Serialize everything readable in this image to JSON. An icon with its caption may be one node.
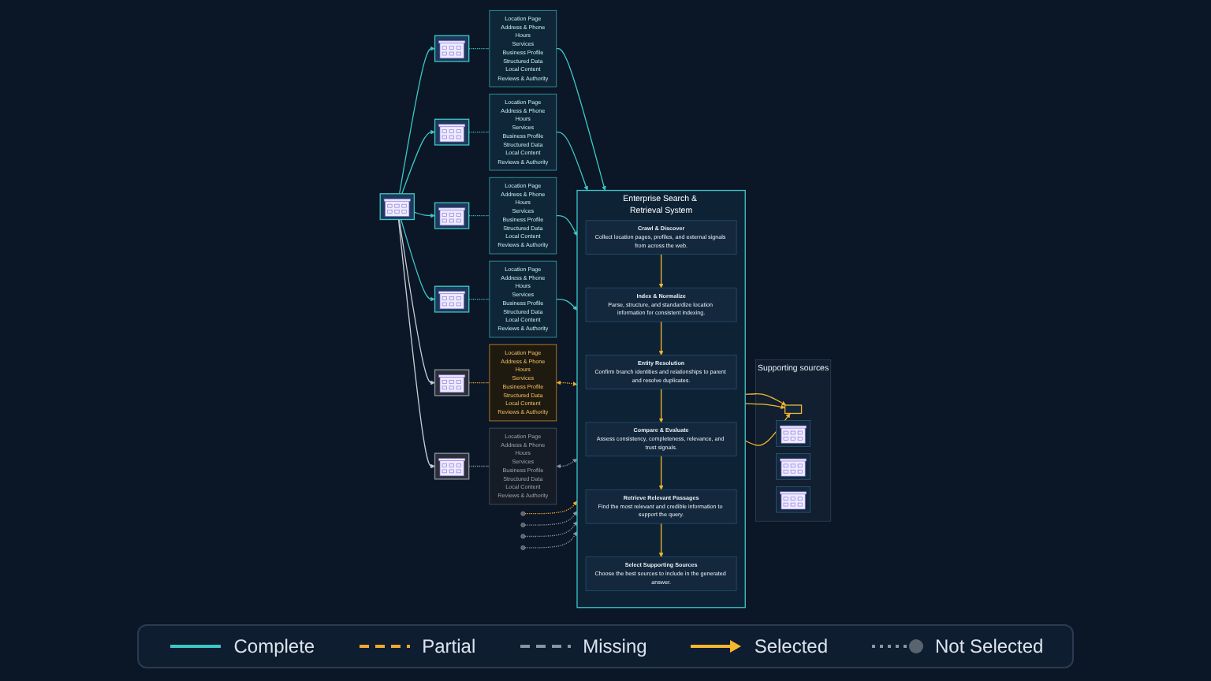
{
  "diagram": {
    "nodes": [
      {
        "text": [],
        "shape": "picture"
      },
      {
        "text": [],
        "shape": "picture"
      },
      {
        "text": [],
        "shape": "picture"
      },
      {
        "text": [],
        "shape": "picture"
      },
      {
        "text": [],
        "shape": "picture"
      },
      {
        "text": [],
        "shape": "picture"
      },
      {
        "text": [],
        "shape": "picture"
      },
      {
        "text": [
          "Location Page",
          "Address & Phone",
          "Hours",
          "Services",
          "Business Profile",
          "Structured Data",
          "Local Content",
          "Reviews & Authority"
        ]
      },
      {
        "text": [
          "Location Page",
          "Address & Phone",
          "Hours",
          "Services",
          "Business Profile",
          "Structured Data",
          "Local Content",
          "Reviews & Authority"
        ]
      },
      {
        "text": [
          "Location Page",
          "Address & Phone",
          "Hours",
          "Services",
          "Business Profile",
          "Structured Data",
          "Local Content",
          "Reviews & Authority"
        ]
      },
      {
        "text": [
          "Location Page",
          "Address & Phone",
          "Hours",
          "Services",
          "Business Profile",
          "Structured Data",
          "Local Content",
          "Reviews & Authority"
        ]
      },
      {
        "text": [
          "Location Page",
          "Address & Phone",
          "Hours",
          "Services",
          "Business Profile",
          "Structured Data",
          "Local Content",
          "Reviews & Authority"
        ]
      },
      {
        "text": [
          "Location Page",
          "Address & Phone",
          "Hours",
          "Services",
          "Business Profile",
          "Structured Data",
          "Local Content",
          "Reviews & Authority"
        ]
      },
      {
        "text": [
          "Enterprise Search & Retrieval System"
        ]
      },
      {
        "text": [
          "Crawl & Discover",
          "Collect location pages, profiles, and external signals from across the web."
        ],
        "in": 13
      },
      {
        "text": [
          "Index & Normalize",
          "Parse, structure, and standardize location information for consistent indexing."
        ],
        "in": 13
      },
      {
        "text": [
          "Entity Resolution",
          "Confirm branch identities and relationships to parent and resolve duplicates."
        ],
        "in": 13
      },
      {
        "text": [
          "Compare & Evaluate",
          "Assess consistency, completeness, relevance, and trust signals."
        ],
        "in": 13
      },
      {
        "text": [
          "Retrieve Relevant Passages",
          "Find the most relevant and credible information to support the query."
        ],
        "in": 13
      },
      {
        "text": [
          "Select Supporting Sources",
          "Choose the best sources to include in the generated answer."
        ],
        "in": 13
      },
      {
        "text": [
          "Supporting sources"
        ]
      },
      {
        "text": [],
        "shape": "box",
        "in": 20
      },
      {
        "text": [],
        "shape": "picture",
        "in": 20
      },
      {
        "text": [],
        "shape": "picture",
        "in": 20
      },
      {
        "text": [],
        "shape": "picture",
        "in": 20
      },
      {
        "text": [],
        "shape": "circle"
      },
      {
        "text": [],
        "shape": "circle"
      },
      {
        "text": [],
        "shape": "circle"
      },
      {
        "text": [],
        "shape": "circle"
      }
    ],
    "edges": [
      {
        "from": 0,
        "to": 1,
        "arrow": "to"
      },
      {
        "from": 0,
        "to": 2,
        "arrow": "to"
      },
      {
        "from": 0,
        "to": 3,
        "arrow": "to"
      },
      {
        "from": 0,
        "to": 4,
        "arrow": "to"
      },
      {
        "from": 0,
        "to": 5,
        "arrow": "to",
        "color": "#c8ced6"
      },
      {
        "from": 0,
        "to": 6,
        "arrow": "to",
        "color": "#c8ced6"
      },
      {
        "from": 1,
        "to": 7,
        "arrow": "none",
        "style": "dashed"
      },
      {
        "from": 2,
        "to": 8,
        "arrow": "none",
        "style": "dashed"
      },
      {
        "from": 3,
        "to": 9,
        "arrow": "none",
        "style": "dashed"
      },
      {
        "from": 4,
        "to": 10,
        "arrow": "none",
        "style": "dashed"
      },
      {
        "from": 5,
        "to": 11,
        "arrow": "none",
        "style": "dashed",
        "color": "#f0a830"
      },
      {
        "from": 6,
        "to": 12,
        "arrow": "none",
        "style": "dashed",
        "color": "#8a94a0"
      },
      {
        "from": 7,
        "to": 13,
        "arrow": "to"
      },
      {
        "from": 8,
        "to": 13,
        "arrow": "to"
      },
      {
        "from": 9,
        "to": 13,
        "arrow": "to"
      },
      {
        "from": 10,
        "to": 13,
        "arrow": "to"
      },
      {
        "from": 11,
        "to": 13,
        "arrow": "both",
        "style": "dashed",
        "color": "#f0a830"
      },
      {
        "from": 12,
        "to": 13,
        "arrow": "both",
        "style": "dashed",
        "color": "#8a94a0"
      },
      {
        "from": 14,
        "to": 15,
        "arrow": "to",
        "color": "#f5b72e"
      },
      {
        "from": 15,
        "to": 16,
        "arrow": "to",
        "color": "#f5b72e"
      },
      {
        "from": 16,
        "to": 17,
        "arrow": "to",
        "color": "#f5b72e"
      },
      {
        "from": 17,
        "to": 18,
        "arrow": "to",
        "color": "#f5b72e"
      },
      {
        "from": 18,
        "to": 19,
        "arrow": "to",
        "color": "#f5b72e"
      },
      {
        "from": 13,
        "to": 21,
        "arrow": "to",
        "color": "#f5b72e"
      },
      {
        "from": 13,
        "to": 21,
        "arrow": "to",
        "color": "#f5b72e"
      },
      {
        "from": 13,
        "to": 21,
        "arrow": "to",
        "color": "#f5b72e"
      },
      {
        "from": 25,
        "to": 13,
        "arrow": "to",
        "style": "dashed",
        "color": "#f0a830"
      },
      {
        "from": 26,
        "to": 13,
        "arrow": "to",
        "style": "dashed",
        "color": "#8a94a0"
      },
      {
        "from": 27,
        "to": 13,
        "arrow": "to",
        "style": "dashed",
        "color": "#8a94a0"
      },
      {
        "from": 28,
        "to": 13,
        "arrow": "to",
        "style": "dashed",
        "color": "#8a94a0"
      }
    ],
    "legend": [
      {
        "text": "Complete"
      },
      {
        "text": "Partial"
      },
      {
        "text": "Missing"
      },
      {
        "text": "Selected"
      },
      {
        "text": "Not Selected"
      }
    ]
  }
}
